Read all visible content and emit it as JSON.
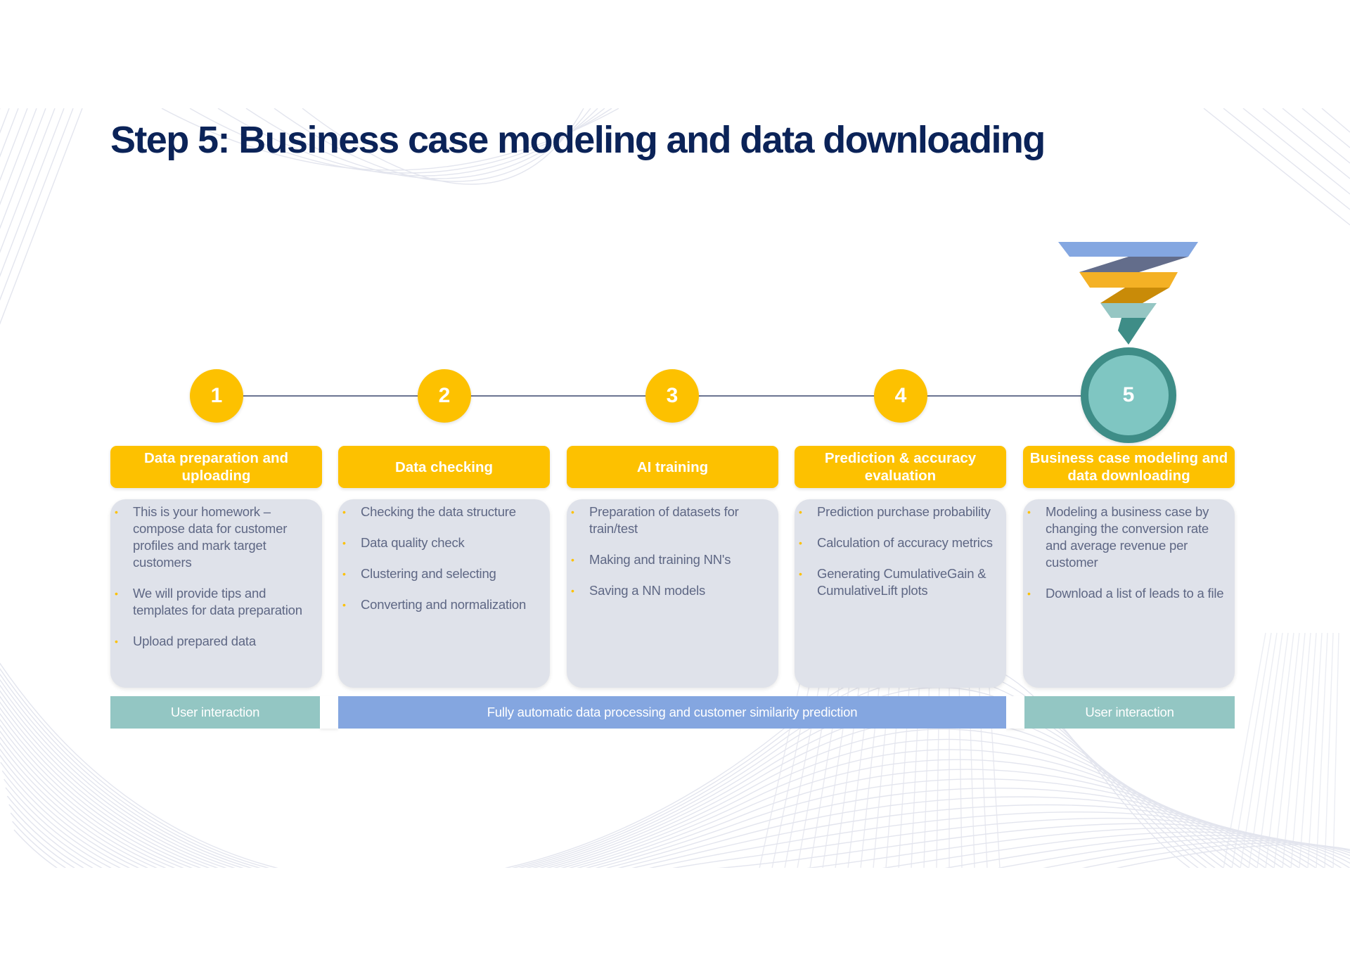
{
  "slide": {
    "title": "Step 5: Business case modeling and data downloading"
  },
  "colors": {
    "title": "#0b2358",
    "step_yellow": "#fdc100",
    "active_outer": "#3e8d87",
    "active_inner": "#7fc6c2",
    "body_bg": "#dfe2ea",
    "body_text": "#5e6784",
    "user_bar": "#93c6c3",
    "auto_bar": "#84a6e0",
    "funnel": [
      "#84a7e1",
      "#636d8b",
      "#f4b125",
      "#c98b08",
      "#95c6c3",
      "#3e8d87"
    ]
  },
  "active_step": 5,
  "funnel_icon": "funnel-icon",
  "steps": [
    {
      "number": "1",
      "title": "Data preparation and uploading",
      "bullets": [
        "This is your homework – compose data for customer profiles and mark target customers",
        "We will provide tips and templates for data preparation",
        "Upload prepared data"
      ]
    },
    {
      "number": "2",
      "title": "Data checking",
      "bullets": [
        "Checking the data structure",
        "Data quality check",
        "Clustering and selecting",
        "Converting and normalization"
      ]
    },
    {
      "number": "3",
      "title": "AI training",
      "bullets": [
        "Preparation of datasets for train/test",
        "Making and training NN's",
        "Saving a NN models"
      ]
    },
    {
      "number": "4",
      "title": "Prediction & accuracy evaluation",
      "bullets": [
        "Prediction purchase probability",
        "Calculation of accuracy metrics",
        "Generating CumulativeGain & CumulativeLift plots"
      ]
    },
    {
      "number": "5",
      "title": "Business case modeling and data downloading",
      "bullets": [
        "Modeling a business case by changing the conversion rate and average revenue per customer",
        "Download a list of leads to a file"
      ]
    }
  ],
  "phases": [
    {
      "label": "User interaction",
      "type": "user"
    },
    {
      "label": "Fully automatic data processing and customer similarity prediction",
      "type": "auto"
    },
    {
      "label": "User interaction",
      "type": "user"
    }
  ]
}
